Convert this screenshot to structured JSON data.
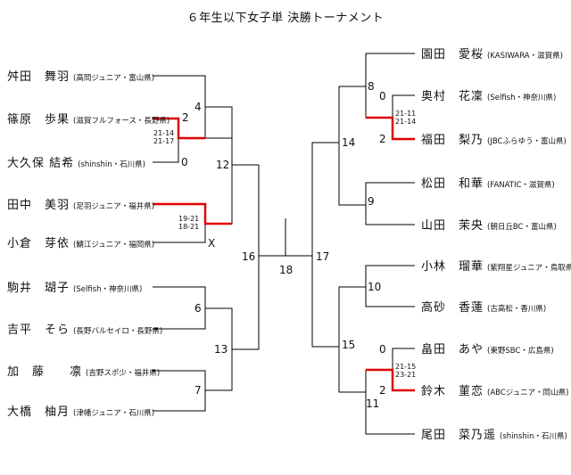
{
  "title": "６年生以下女子単 決勝トーナメント",
  "colors": {
    "line": "#000000",
    "winner_line": "#e00000"
  },
  "left_players": [
    {
      "name": "舛田　舞羽",
      "club": "(高岡ジュニア・富山県)"
    },
    {
      "name": "篠原　歩果",
      "club": "(滋賀フルフォース・長野県)"
    },
    {
      "name": "大久保 結希",
      "club": "(shinshin・石川県)"
    },
    {
      "name": "田中　美羽",
      "club": "(足羽ジュニア・福井県)"
    },
    {
      "name": "小倉　芽依",
      "club": "(鯖江ジュニア・福岡県)"
    },
    {
      "name": "駒井　瑚子",
      "club": "(Selfish・神奈川県)"
    },
    {
      "name": "吉平　そら",
      "club": "(長野バルセイロ・長野県)"
    },
    {
      "name": "加　藤　　凛",
      "club": "(吉野スポ少・福井県)"
    },
    {
      "name": "大橋　柚月",
      "club": "(津幡ジュニア・石川県)"
    }
  ],
  "right_players": [
    {
      "name": "園田　愛桜",
      "club": "(KASIWARA・滋賀県)"
    },
    {
      "name": "奥村　花凜",
      "club": "(Selfish・神奈川県)"
    },
    {
      "name": "福田　梨乃",
      "club": "(JBCふらゆう・富山県)"
    },
    {
      "name": "松田　和華",
      "club": "(FANATIC・滋賀県)"
    },
    {
      "name": "山田　茉央",
      "club": "(朝日丘BC・富山県)"
    },
    {
      "name": "小林　瑠華",
      "club": "(紫翔星ジュニア・鳥取県)"
    },
    {
      "name": "高砂　香蓮",
      "club": "(古高松・香川県)"
    },
    {
      "name": "畠田　あや",
      "club": "(東野SBC・広島県)"
    },
    {
      "name": "鈴木　菫恋",
      "club": "(ABCジュニア・岡山県)"
    },
    {
      "name": "尾田　菜乃遥",
      "club": "(shinshin・石川県)"
    }
  ],
  "match_numbers": [
    "2",
    "4",
    "12",
    "16",
    "6",
    "13",
    "7",
    "18",
    "8",
    "14",
    "9",
    "17",
    "10",
    "15",
    "11"
  ],
  "scores": [
    "21-14\n21-17",
    "19-21\n18-21",
    "21-11\n21-14",
    "21-15\n23-21"
  ],
  "results": [
    "2",
    "0",
    "X",
    "0",
    "2",
    "0",
    "2"
  ]
}
